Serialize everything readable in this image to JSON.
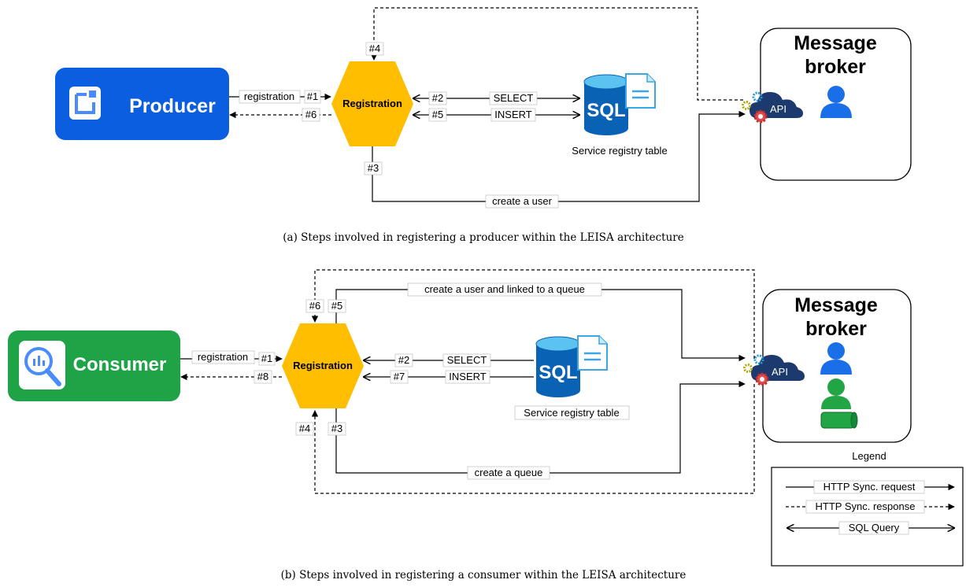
{
  "part_a": {
    "caption": "(a) Steps involved in registering a producer within the LEISA architecture",
    "client": {
      "label": "Producer",
      "icon": "producer-app-icon",
      "color": "#0b5ee0"
    },
    "registration_node": {
      "label": "Registration",
      "color": "#ffbe00"
    },
    "broker": {
      "title_line1": "Message",
      "title_line2": "broker",
      "api": "API"
    },
    "database": {
      "label": "SQL",
      "caption": "Service registry table"
    },
    "edges": {
      "registration": "registration",
      "step1": "#1",
      "step6": "#6",
      "step2": "#2",
      "select": "SELECT",
      "step5": "#5",
      "insert": "INSERT",
      "step3": "#3",
      "create_user": "create a user",
      "step4": "#4"
    }
  },
  "part_b": {
    "caption": "(b) Steps involved in registering a consumer within the LEISA architecture",
    "client": {
      "label": "Consumer",
      "icon": "consumer-analytics-icon",
      "color": "#1ea446"
    },
    "registration_node": {
      "label": "Registration",
      "color": "#ffbe00"
    },
    "broker": {
      "title_line1": "Message",
      "title_line2": "broker",
      "api": "API"
    },
    "database": {
      "label": "SQL",
      "caption": "Service registry table"
    },
    "edges": {
      "registration": "registration",
      "step1": "#1",
      "step8": "#8",
      "step2": "#2",
      "select": "SELECT",
      "step7": "#7",
      "insert": "INSERT",
      "step6": "#6",
      "step5": "#5",
      "create_user_queue": "create a user and linked to a queue",
      "step4": "#4",
      "step3": "#3",
      "create_queue": "create a queue"
    }
  },
  "legend": {
    "title": "Legend",
    "http_request": "HTTP Sync. request",
    "http_response": "HTTP Sync. response",
    "sql_query": "SQL Query"
  },
  "colors": {
    "producer": "#0b5ee0",
    "consumer": "#1ea446",
    "registration": "#ffbe00",
    "sql_blue": "#0a62b4",
    "cloud": "#1c3a6e",
    "user_blue": "#1a6fe8",
    "user_green": "#22a544"
  }
}
